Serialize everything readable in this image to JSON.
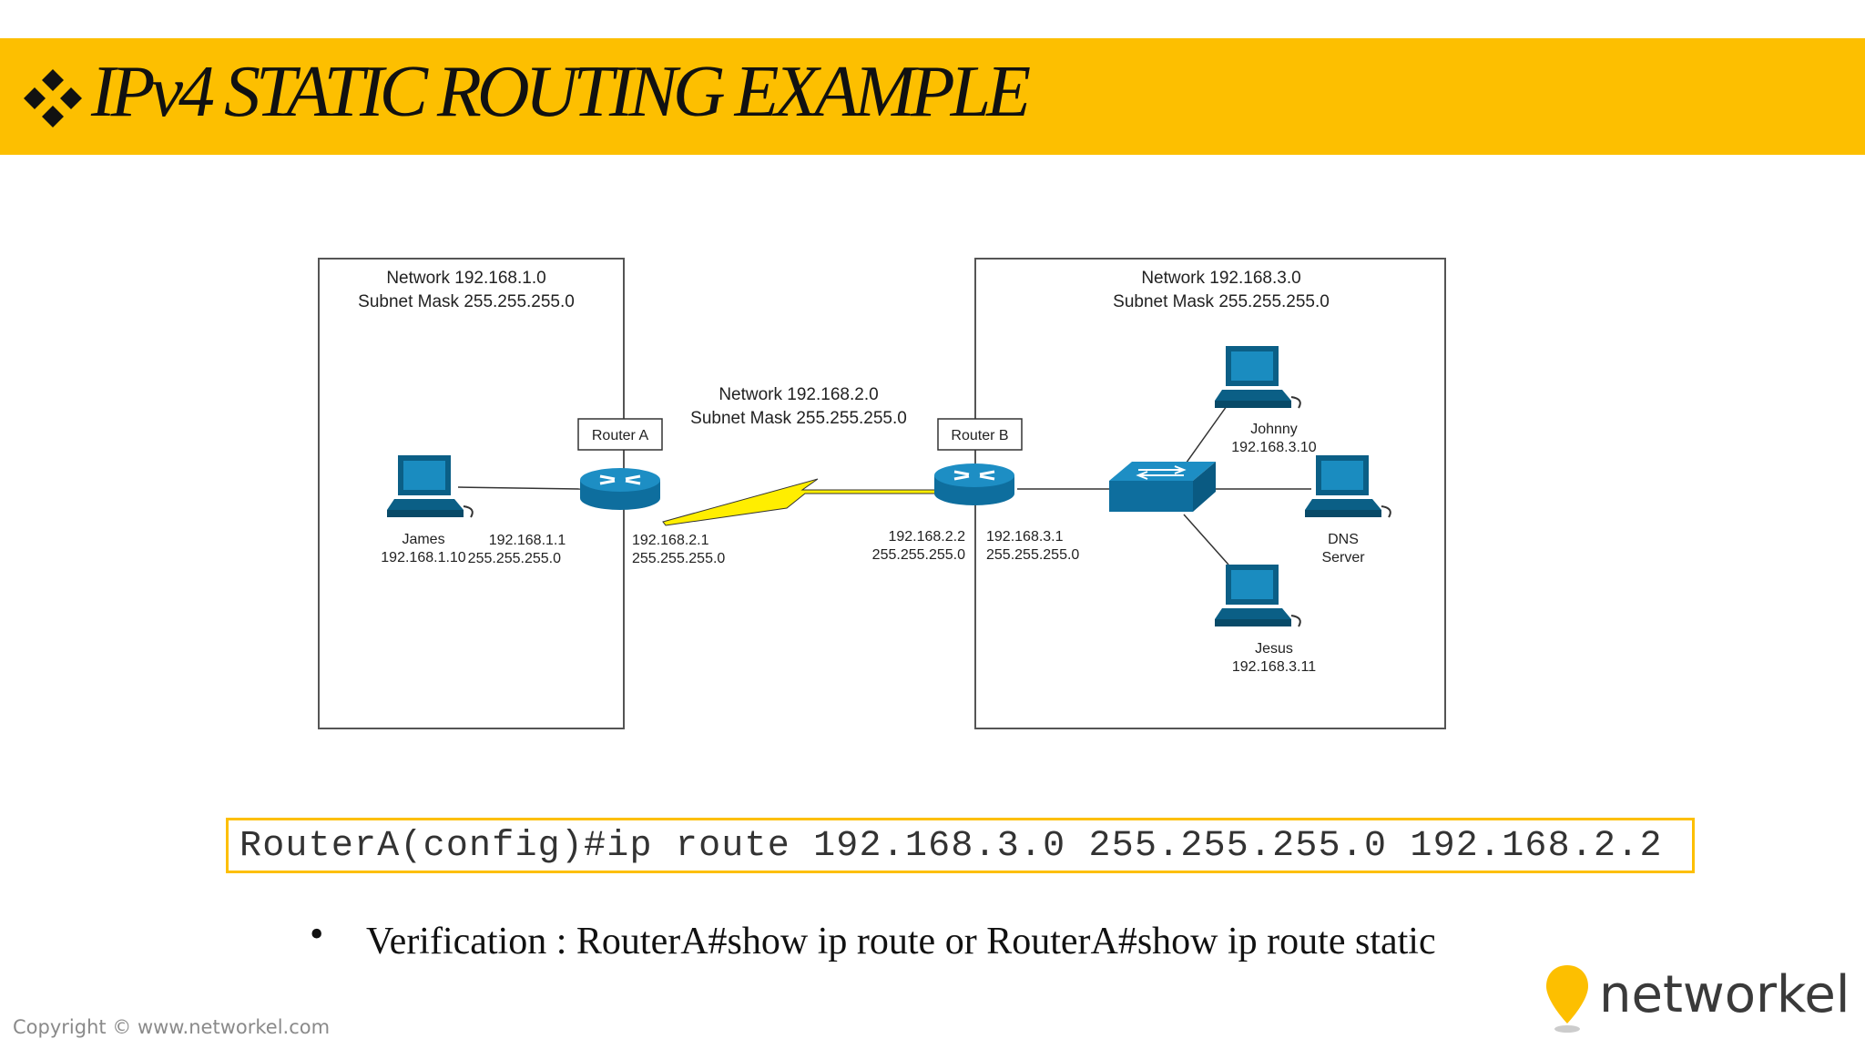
{
  "slide": {
    "title": "IPv4 STATIC ROUTING EXAMPLE",
    "accent_color": "#fdbf00",
    "title_icon": "four-diamonds-icon"
  },
  "diagram": {
    "network_a": {
      "network": "Network 192.168.1.0",
      "mask": "Subnet Mask 255.255.255.0"
    },
    "network_b": {
      "network": "Network 192.168.2.0",
      "mask": "Subnet Mask 255.255.255.0"
    },
    "network_c": {
      "network": "Network 192.168.3.0",
      "mask": "Subnet Mask 255.255.255.0"
    },
    "router_a": {
      "label": "Router A",
      "if_lan": {
        "ip": "192.168.1.1",
        "mask": "255.255.255.0"
      },
      "if_wan": {
        "ip": "192.168.2.1",
        "mask": "255.255.255.0"
      }
    },
    "router_b": {
      "label": "Router B",
      "if_wan": {
        "ip": "192.168.2.2",
        "mask": "255.255.255.0"
      },
      "if_lan": {
        "ip": "192.168.3.1",
        "mask": "255.255.255.0"
      }
    },
    "hosts": {
      "james": {
        "name": "James",
        "ip": "192.168.1.10"
      },
      "johnny": {
        "name": "Johnny",
        "ip": "192.168.3.10"
      },
      "jesus": {
        "name": "Jesus",
        "ip": "192.168.3.11"
      },
      "dns": {
        "name": "DNS",
        "role": "Server"
      }
    },
    "device_color": "#1177aa",
    "serial_link_color": "#ffee00"
  },
  "command": "RouterA(config)#ip route 192.168.3.0 255.255.255.0 192.168.2.2",
  "bullet": {
    "symbol": "•",
    "text": "Verification : RouterA#show ip route or RouterA#show ip route static"
  },
  "footer": {
    "copyright": "Copyright © www.networkel.com",
    "logo_text": "networkel",
    "logo_icon": "location-pin-icon"
  }
}
